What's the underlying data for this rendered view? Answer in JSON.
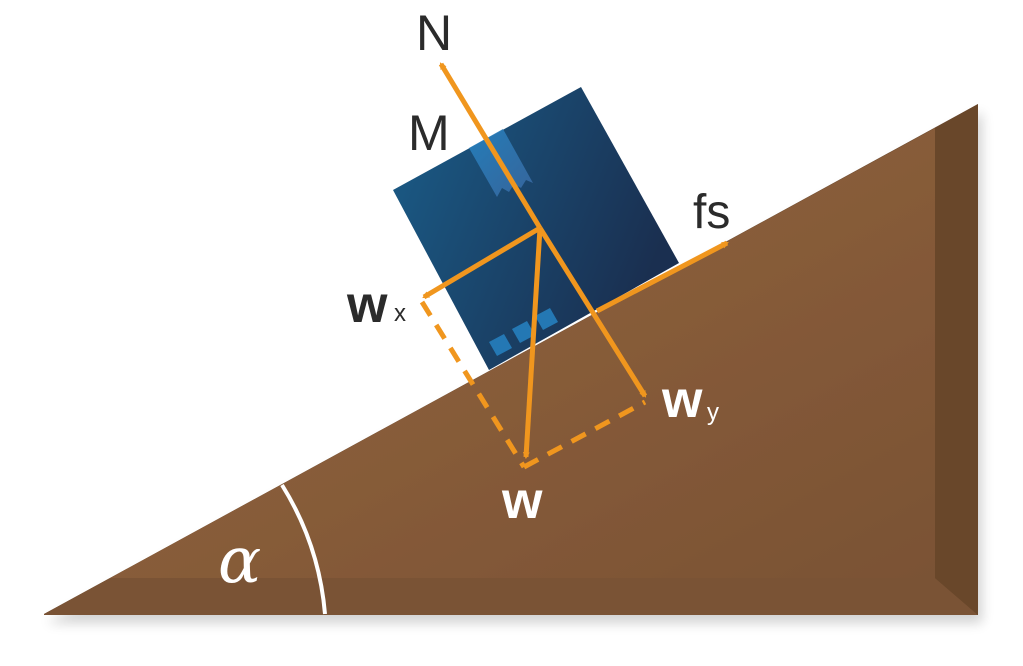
{
  "diagram": {
    "title": "Block on inclined plane - free body diagram",
    "labels": {
      "normal": "N",
      "mass": "M",
      "friction": "fs",
      "weight": "w",
      "weight_x_main": "w",
      "weight_x_sub": "x",
      "weight_y_main": "w",
      "weight_y_sub": "y",
      "angle": "α"
    },
    "colors": {
      "incline_top": "#8f6140",
      "incline_mid": "#7d5537",
      "incline_dark": "#67452b",
      "box_light": "#1a5a85",
      "box_dark": "#1b3355",
      "tape": "#2a7ab8",
      "arrow": "#f0961e",
      "label_dark": "#2b2b2b",
      "label_light": "#ffffff"
    }
  }
}
